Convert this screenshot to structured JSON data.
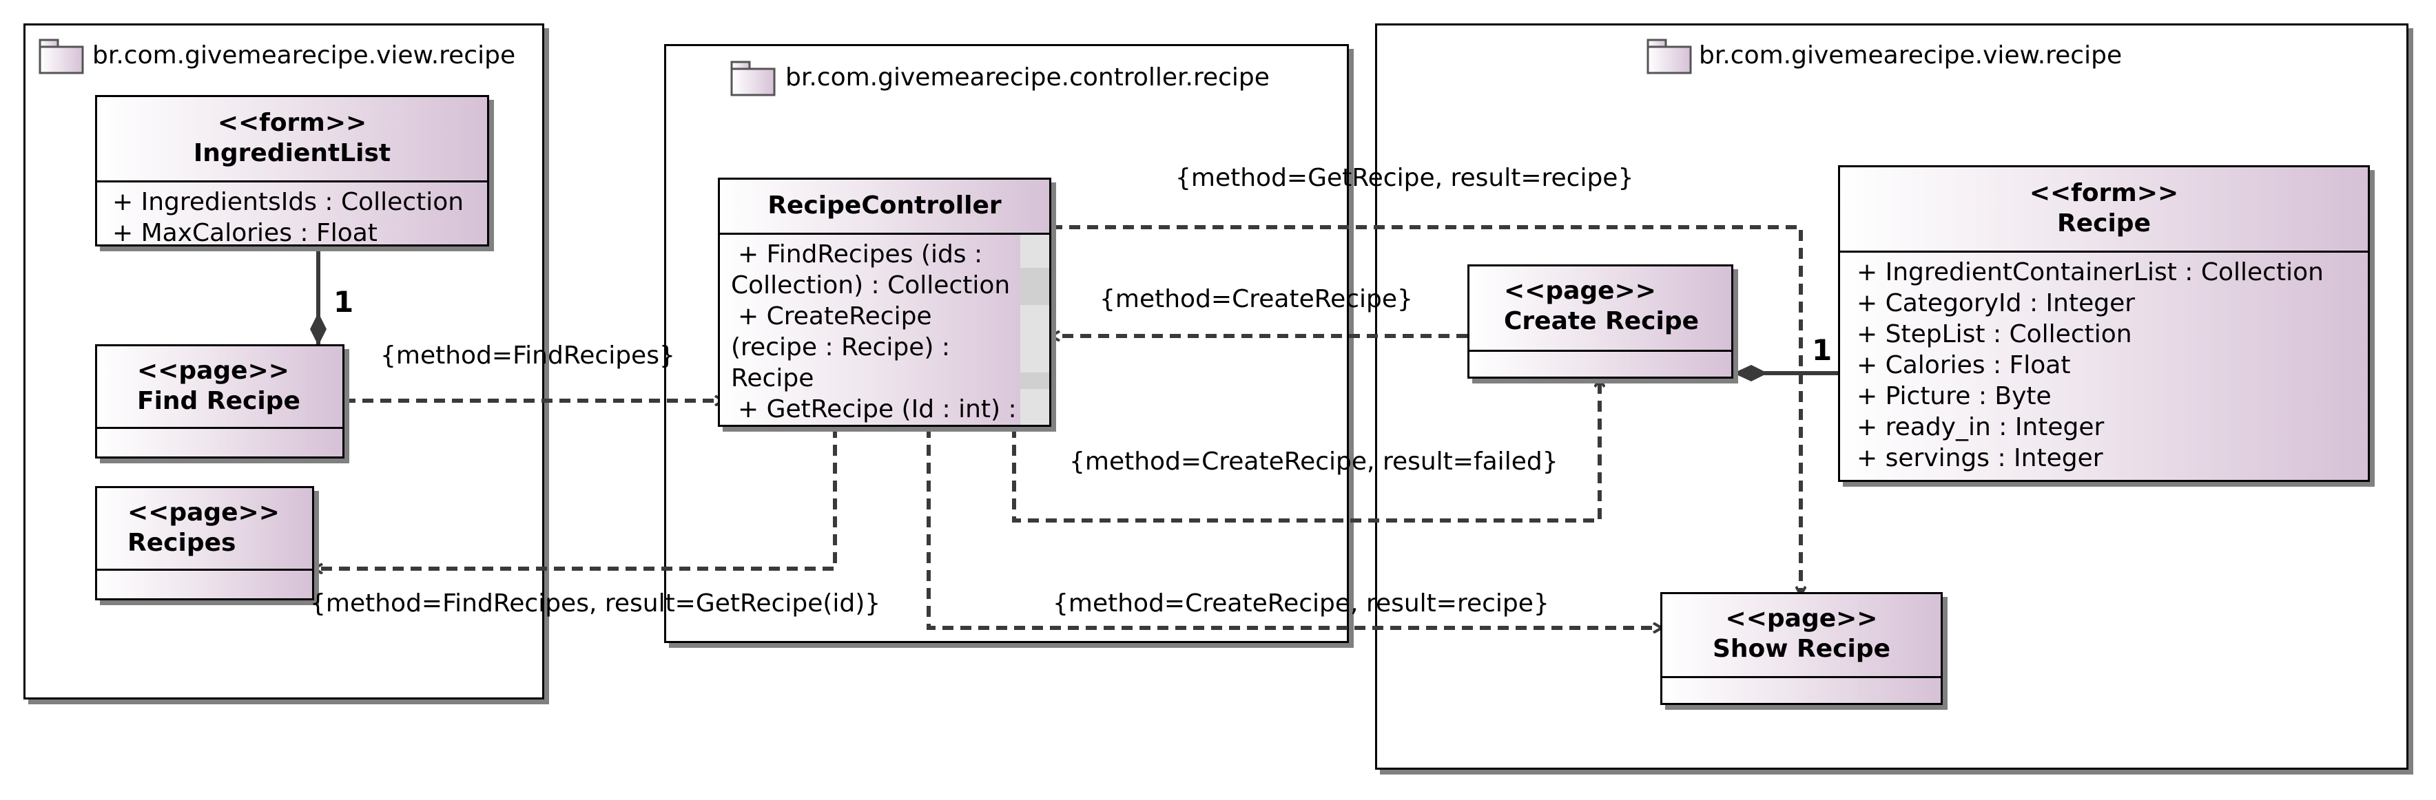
{
  "packages": [
    {
      "id": "view_left",
      "title": "br.com.givemearecipe.view.recipe"
    },
    {
      "id": "controller",
      "title": "br.com.givemearecipe.controller.recipe"
    },
    {
      "id": "view_right",
      "title": "br.com.givemearecipe.view.recipe"
    }
  ],
  "classes": {
    "ingredient_list": {
      "stereotype": "<<form>>",
      "name": "IngredientList",
      "attributes": [
        "+ IngredientsIds : Collection",
        "+ MaxCalories : Float"
      ]
    },
    "find_recipe": {
      "stereotype": "<<page>>",
      "name": "Find Recipe"
    },
    "recipes": {
      "stereotype": "<<page>>",
      "name": "Recipes"
    },
    "recipe_controller": {
      "name": "RecipeController",
      "operations": [
        "+ FindRecipes (ids :",
        "Collection) : Collection",
        "+ CreateRecipe",
        "(recipe : Recipe) :",
        "Recipe",
        "+ GetRecipe (Id : int) :"
      ]
    },
    "create_recipe": {
      "stereotype": "<<page>>",
      "name": "Create Recipe"
    },
    "show_recipe": {
      "stereotype": "<<page>>",
      "name": "Show Recipe"
    },
    "recipe_form": {
      "stereotype": "<<form>>",
      "name": "Recipe",
      "attributes": [
        "+ IngredientContainerList : Collection",
        "+ CategoryId : Integer",
        "+ StepList : Collection",
        "+ Calories : Float",
        "+ Picture : Byte",
        "+ ready_in : Integer",
        "+ servings : Integer"
      ]
    }
  },
  "relations": {
    "find_recipes": "{method=FindRecipes}",
    "find_recipes_result": "{method=FindRecipes, result=GetRecipe(id)}",
    "get_recipe": "{method=GetRecipe, result=recipe}",
    "create_recipe": "{method=CreateRecipe}",
    "create_recipe_failed": "{method=CreateRecipe, result=failed}",
    "create_recipe_ok": "{method=CreateRecipe, result=recipe}",
    "composition_left_mult": "1",
    "composition_right_mult": "1"
  },
  "colors": {
    "class_fill_start": "#ffffff",
    "class_fill_end": "#d6c1d6",
    "line": "#3a3a3a",
    "shadow": "#808080"
  }
}
